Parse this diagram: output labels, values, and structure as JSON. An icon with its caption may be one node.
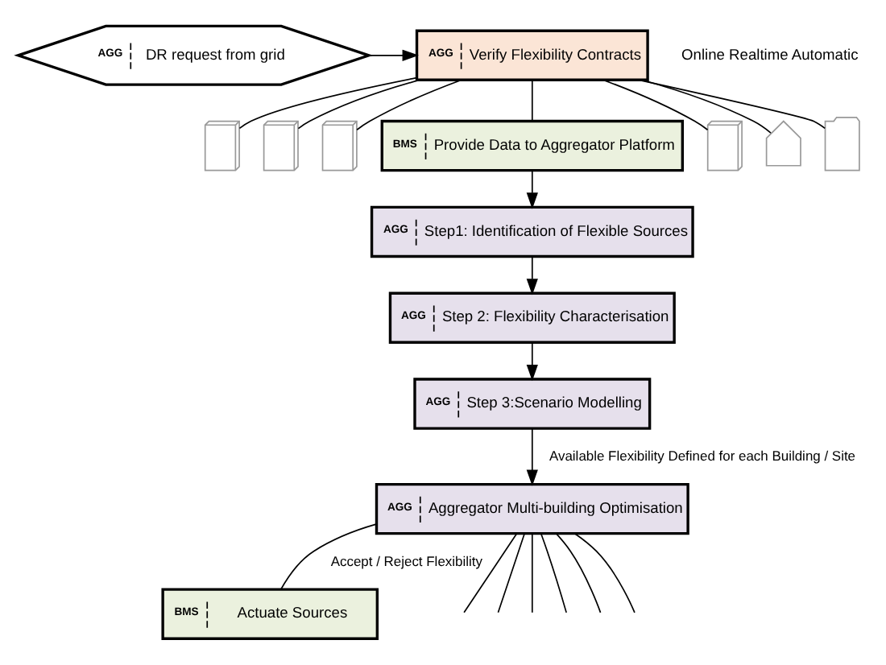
{
  "diagram": {
    "nodes": [
      {
        "text": [
          "AGG",
          "DR request from grid"
        ]
      },
      {
        "text": [
          "AGG",
          "Verify Flexibility Contracts"
        ]
      },
      {
        "text": [],
        "shape": "building"
      },
      {
        "text": [],
        "shape": "building"
      },
      {
        "text": [],
        "shape": "building"
      },
      {
        "text": [
          "BMS",
          "Provide Data to Aggregator Platform"
        ]
      },
      {
        "text": [],
        "shape": "building"
      },
      {
        "text": [],
        "shape": "house"
      },
      {
        "text": [],
        "shape": "factory"
      },
      {
        "text": [
          "AGG",
          "Step1: Identification of Flexible Sources"
        ]
      },
      {
        "text": [
          "AGG",
          "Step 2: Flexibility Characterisation"
        ]
      },
      {
        "text": [
          "AGG",
          "Step 3:Scenario Modelling"
        ]
      },
      {
        "text": [
          "AGG",
          "Aggregator Multi-building Optimisation"
        ]
      },
      {
        "text": [
          "BMS",
          "Actuate Sources"
        ]
      }
    ],
    "edges": [
      {
        "from": 0,
        "to": 1,
        "arrow": "to"
      },
      {
        "from": 1,
        "to": 2,
        "arrow": "none"
      },
      {
        "from": 1,
        "to": 3,
        "arrow": "none"
      },
      {
        "from": 1,
        "to": 4,
        "arrow": "none"
      },
      {
        "from": 1,
        "to": 5,
        "arrow": "none"
      },
      {
        "from": 1,
        "to": 6,
        "arrow": "none"
      },
      {
        "from": 1,
        "to": 7,
        "arrow": "none"
      },
      {
        "from": 1,
        "to": 8,
        "arrow": "none"
      },
      {
        "from": 5,
        "to": 9,
        "arrow": "to"
      },
      {
        "from": 9,
        "to": 10,
        "arrow": "to"
      },
      {
        "from": 10,
        "to": 11,
        "arrow": "to"
      },
      {
        "from": 11,
        "to": 12,
        "arrow": "to",
        "label": "Available Flexibility Defined for each Building / Site"
      },
      {
        "from": 12,
        "to": null,
        "arrow": "none"
      },
      {
        "from": 12,
        "to": null,
        "arrow": "none"
      },
      {
        "from": 12,
        "to": null,
        "arrow": "none"
      },
      {
        "from": 12,
        "to": 13,
        "arrow": "none",
        "label": "Accept / Reject Flexibility"
      },
      {
        "from": 12,
        "to": null,
        "arrow": "none"
      },
      {
        "from": 12,
        "to": null,
        "arrow": "none"
      },
      {
        "from": 12,
        "to": null,
        "arrow": "none"
      }
    ],
    "labels": [
      "Online Realtime Automatic"
    ]
  }
}
